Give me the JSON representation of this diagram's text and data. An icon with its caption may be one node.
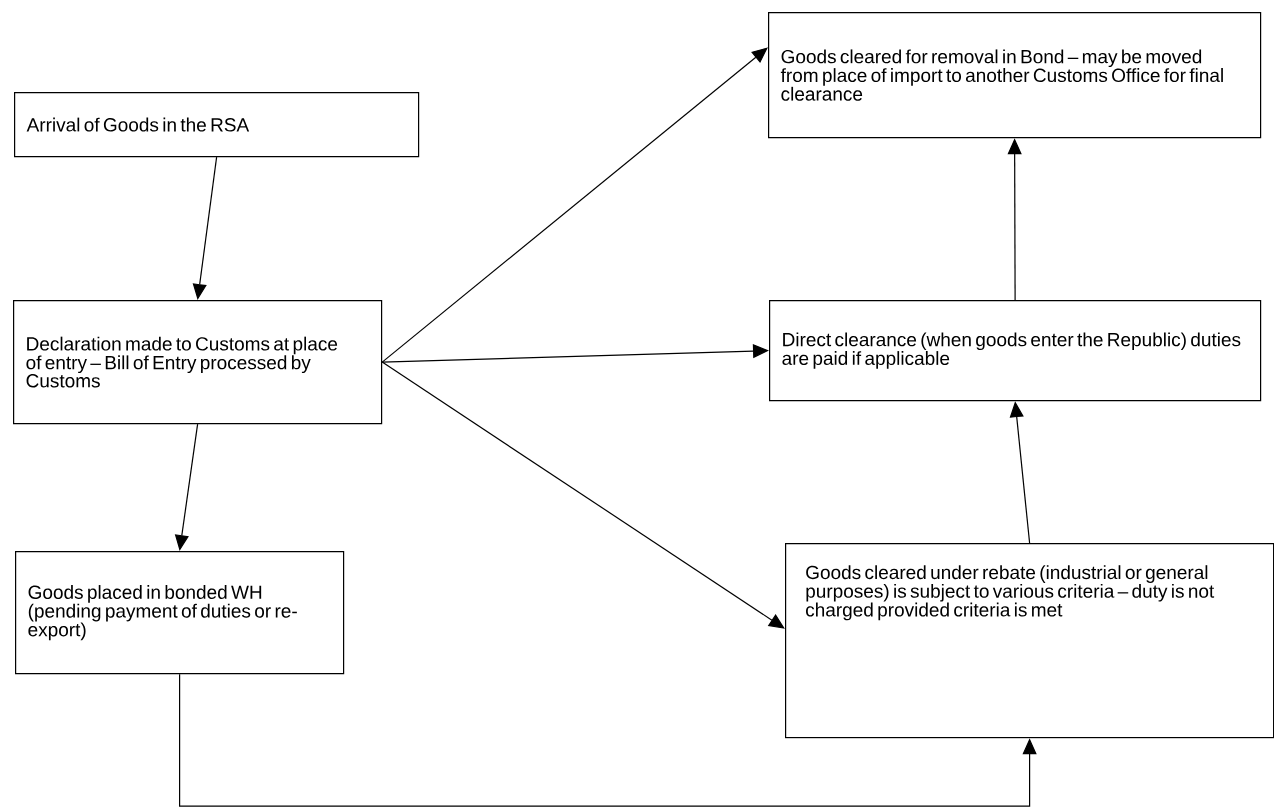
{
  "diagram": {
    "nodes": [
      {
        "text": [
          "Arrival of Goods in the RSA"
        ]
      },
      {
        "text": [
          "Declaration made to Customs at place of entry – Bill of Entry processed by Customs"
        ]
      },
      {
        "text": [
          "Goods placed in bonded WH (pending payment of duties or re-export)"
        ]
      },
      {
        "text": [
          "Goods cleared for removal in Bond – may be moved from place of import to another Customs Office for final clearance"
        ]
      },
      {
        "text": [
          "Direct clearance (when goods enter the Republic) duties are paid if applicable"
        ]
      },
      {
        "text": [
          "Goods cleared under rebate (industrial or general purposes) is subject to various criteria – duty is not charged provided criteria is met"
        ]
      }
    ],
    "edges": [
      {
        "from": 0,
        "to": 1,
        "arrow": "to"
      },
      {
        "from": 1,
        "to": 2,
        "arrow": "to"
      },
      {
        "from": 1,
        "to": 3,
        "arrow": "to"
      },
      {
        "from": 1,
        "to": 4,
        "arrow": "to"
      },
      {
        "from": 1,
        "to": 5,
        "arrow": "to"
      },
      {
        "from": 4,
        "to": 3,
        "arrow": "to"
      },
      {
        "from": 5,
        "to": 4,
        "arrow": "to"
      },
      {
        "from": 2,
        "to": 5,
        "arrow": "to"
      }
    ]
  }
}
